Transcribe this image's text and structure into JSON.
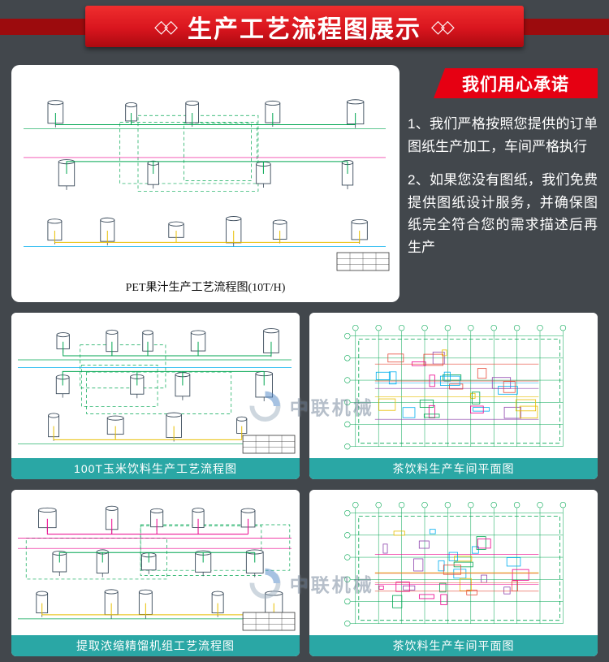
{
  "header": {
    "title": "生产工艺流程图展示",
    "decor_left": "◇◇",
    "decor_right": "◇◇"
  },
  "promise": {
    "title": "我们用心承诺",
    "items": [
      "1、我们严格按照您提供的订单图纸生产加工，车间严格执行",
      "2、如果您没有图纸，我们免费提供图纸设计服务，并确保图纸完全符合您的需求描述后再生产"
    ]
  },
  "panels": {
    "main": {
      "caption": "PET果汁生产工艺流程图(10T/H)"
    },
    "grid": [
      {
        "caption": "100T玉米饮料生产工艺流程图",
        "type": "flow"
      },
      {
        "caption": "茶饮料生产车间平面图",
        "type": "plan"
      },
      {
        "caption": "提取浓缩精馏机组工艺流程图",
        "type": "flow"
      },
      {
        "caption": "茶饮料生产车间平面图",
        "type": "plan"
      }
    ]
  },
  "watermark": {
    "text": "中联机械"
  },
  "colors": {
    "page_bg": "#42474c",
    "banner_red": "#d9151e",
    "banner_side": "#9c0b0d",
    "ribbon_red": "#e60012",
    "caption_bar": "#2aa7a5",
    "cad_green": "#00a651"
  }
}
